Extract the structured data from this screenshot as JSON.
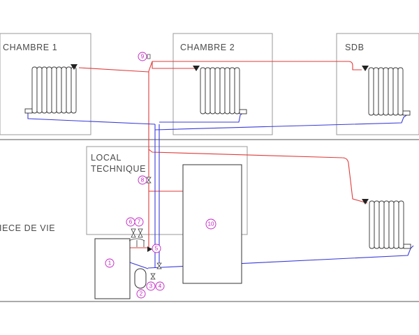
{
  "rooms": {
    "chambre1": "CHAMBRE 1",
    "chambre2": "CHAMBRE 2",
    "sdb": "SDB",
    "local_technique_line1": "LOCAL",
    "local_technique_line2": "TECHNIQUE",
    "piece_de_vie": "IECE DE VIE"
  },
  "markers": {
    "m1": "1",
    "m2": "2",
    "m3": "3",
    "m4": "4",
    "m5": "5",
    "m6": "6",
    "m7": "7",
    "m8": "8",
    "m9": "9",
    "m10": "10"
  },
  "colors": {
    "supply_pipe": "#e03a3a",
    "return_pipe": "#3a3ad8",
    "marker": "#c020c0",
    "walls": "#9a9a9a"
  }
}
